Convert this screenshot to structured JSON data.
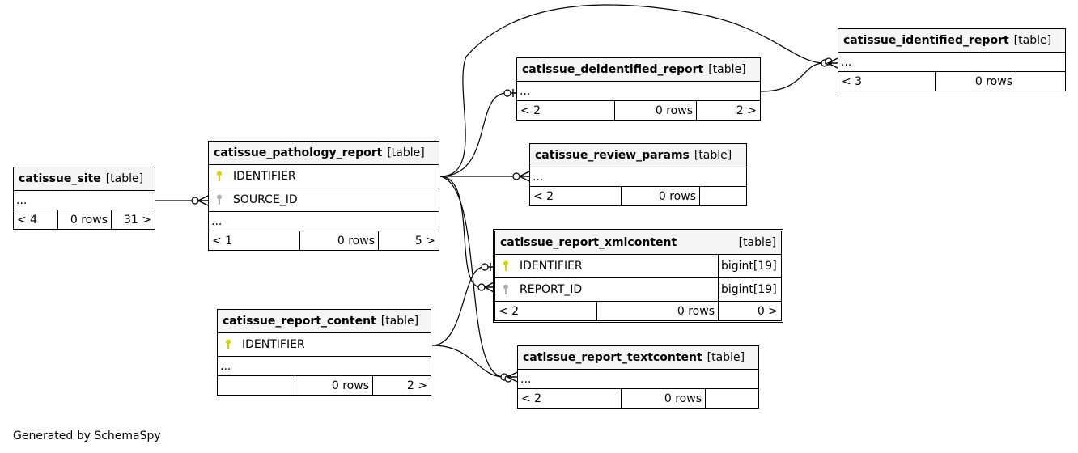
{
  "generated_by": "Generated by SchemaSpy",
  "tables": {
    "site": {
      "name": "catissue_site",
      "kind": "[table]",
      "ellipsis": "...",
      "parents": "< 4",
      "rows": "0 rows",
      "children": "31 >"
    },
    "pathology": {
      "name": "catissue_pathology_report",
      "kind": "[table]",
      "col1": "IDENTIFIER",
      "col2": "SOURCE_ID",
      "ellipsis": "...",
      "parents": "< 1",
      "rows": "0 rows",
      "children": "5 >"
    },
    "identified": {
      "name": "catissue_identified_report",
      "kind": "[table]",
      "ellipsis": "...",
      "parents": "< 3",
      "rows": "0 rows",
      "children": ""
    },
    "deidentified": {
      "name": "catissue_deidentified_report",
      "kind": "[table]",
      "ellipsis": "...",
      "parents": "< 2",
      "rows": "0 rows",
      "children": "2 >"
    },
    "review": {
      "name": "catissue_review_params",
      "kind": "[table]",
      "ellipsis": "...",
      "parents": "< 2",
      "rows": "0 rows",
      "children": ""
    },
    "xml": {
      "name": "catissue_report_xmlcontent",
      "kind": "[table]",
      "col1": "IDENTIFIER",
      "col1_type": "bigint[19]",
      "col2": "REPORT_ID",
      "col2_type": "bigint[19]",
      "parents": "< 2",
      "rows": "0 rows",
      "children": "0 >"
    },
    "content": {
      "name": "catissue_report_content",
      "kind": "[table]",
      "col1": "IDENTIFIER",
      "ellipsis": "...",
      "parents": "",
      "rows": "0 rows",
      "children": "2 >"
    },
    "text": {
      "name": "catissue_report_textcontent",
      "kind": "[table]",
      "ellipsis": "...",
      "parents": "< 2",
      "rows": "0 rows",
      "children": ""
    }
  },
  "colors": {
    "primary_key": "#d4d400",
    "foreign_key": "#b0b0b0"
  }
}
